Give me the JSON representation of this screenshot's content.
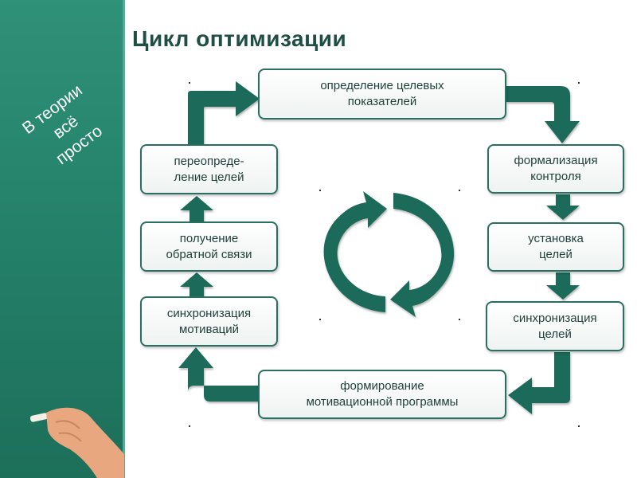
{
  "slide": {
    "title": "Цикл оптимизации",
    "side_note": {
      "lines": [
        "В теории",
        "всё",
        "просто"
      ]
    }
  },
  "cycle": {
    "nodes": [
      {
        "id": "top",
        "label": "определение целевых\nпоказателей"
      },
      {
        "id": "right-1",
        "label": "формализация\nконтроля"
      },
      {
        "id": "right-2",
        "label": "установка\nцелей"
      },
      {
        "id": "right-3",
        "label": "синхронизация\nцелей"
      },
      {
        "id": "bottom",
        "label": "формирование\nмотивационной программы"
      },
      {
        "id": "left-3",
        "label": "синхронизация\nмотиваций"
      },
      {
        "id": "left-2",
        "label": "получение\nобратной связи"
      },
      {
        "id": "left-1",
        "label": "переопреде-\nление целей"
      }
    ]
  },
  "colors": {
    "board": "#248069",
    "arrow": "#1e6b5a",
    "node_border": "#2a6f5f",
    "title": "#1f4f43"
  }
}
